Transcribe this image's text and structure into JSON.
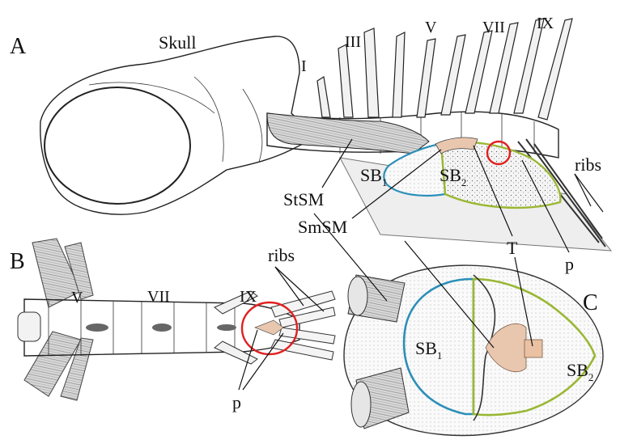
{
  "figure": {
    "panels": [
      "A",
      "B",
      "C"
    ],
    "labels": {
      "skull": "Skull",
      "vert_I": "I",
      "vert_III": "III",
      "vert_V": "V",
      "vert_VII": "VII",
      "vert_IX": "IX",
      "ribs": "ribs",
      "SB": "SB",
      "sub1": "1",
      "sub2": "2",
      "StSM": "StSM",
      "SmSM": "SmSM",
      "T": "T",
      "p": "p"
    },
    "colors": {
      "line": "#222222",
      "bone_fill": "#f3f3f3",
      "muscle_fill": "#e9c7ae",
      "tendon_fill": "#eac1a2",
      "sb1_outline": "#2b8fb8",
      "sb2_outline": "#9ab733",
      "highlight_circle": "#e02020",
      "ghost_fill": "#e6e6e6"
    }
  }
}
